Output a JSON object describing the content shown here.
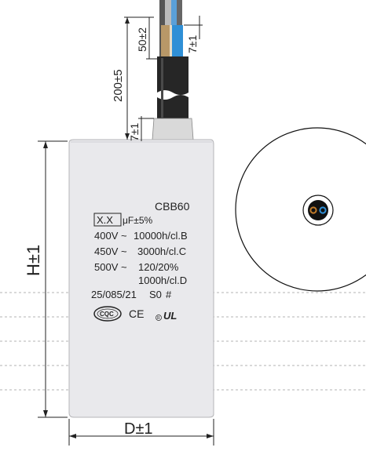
{
  "dimensions": {
    "height_label": "H±1",
    "diameter_label": "D±1",
    "lead_length": "200±5",
    "strip_length": "50±2",
    "tip_length": "7±1",
    "boot_length": "7±1"
  },
  "label": {
    "model": "CBB60",
    "capacitance_value": "X.X",
    "capacitance_unit": "μF±5%",
    "ratings": [
      {
        "voltage": "400V ~",
        "life": "10000h/cl.B"
      },
      {
        "voltage": "450V ~",
        "life": "3000h/cl.C"
      },
      {
        "voltage": "500V ~",
        "life": "120/20%"
      }
    ],
    "extra_life": "1000h/cl.D",
    "climate_code": "25/085/21",
    "safety_class": "S0"
  },
  "marks": {
    "cqc": "CQC",
    "ce": "CE",
    "ul": "UL"
  },
  "colors": {
    "body": "#e9e9ec",
    "boot": "#d8d8d8",
    "sleeve": "#262626",
    "wire_brown": "#b89868",
    "wire_blue": "#2f8fd6",
    "copper": "#c07a2a"
  }
}
